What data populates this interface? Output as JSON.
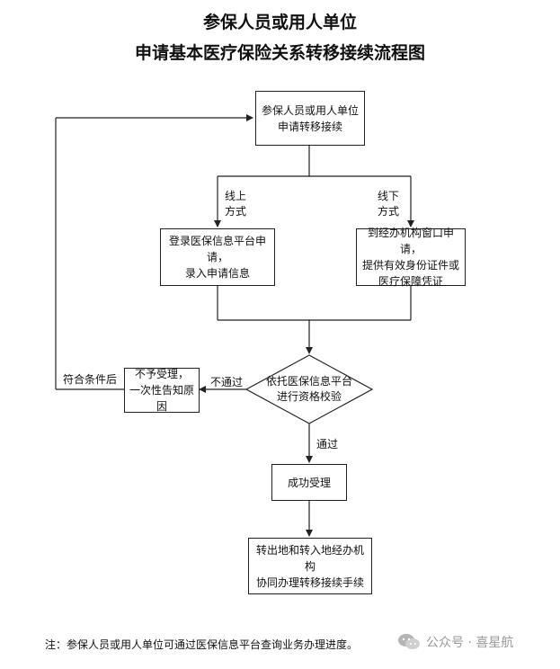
{
  "title": {
    "line1": "参保人员或用人单位",
    "line2": "申请基本医疗保险关系转移接续流程图"
  },
  "nodes": {
    "start": [
      "参保人员或用人单位",
      "申请转移接续"
    ],
    "online": [
      "登录医保信息平台申请，",
      "录入申请信息"
    ],
    "offline": [
      "到经办机构窗口申请，",
      "提供有效身份证件或",
      "医疗保障凭证"
    ],
    "check": [
      "依托医保信息平台",
      "进行资格校验"
    ],
    "reject": [
      "不予受理，",
      "一次性告知原因"
    ],
    "accept": [
      "成功受理"
    ],
    "finish": [
      "转出地和转入地经办机构",
      "协同办理转移接续手续"
    ]
  },
  "edge_labels": {
    "online": [
      "线上",
      "方式"
    ],
    "offline": [
      "线下",
      "方式"
    ],
    "fail": "不通过",
    "pass": "通过",
    "eligible": "符合条件后"
  },
  "note": "注：参保人员或用人单位可通过医保信息平台查询业务办理进度。",
  "watermark": "公众号 · 喜星航",
  "colors": {
    "line": "#222222",
    "text": "#111111",
    "watermark": "#9a9a9a"
  }
}
